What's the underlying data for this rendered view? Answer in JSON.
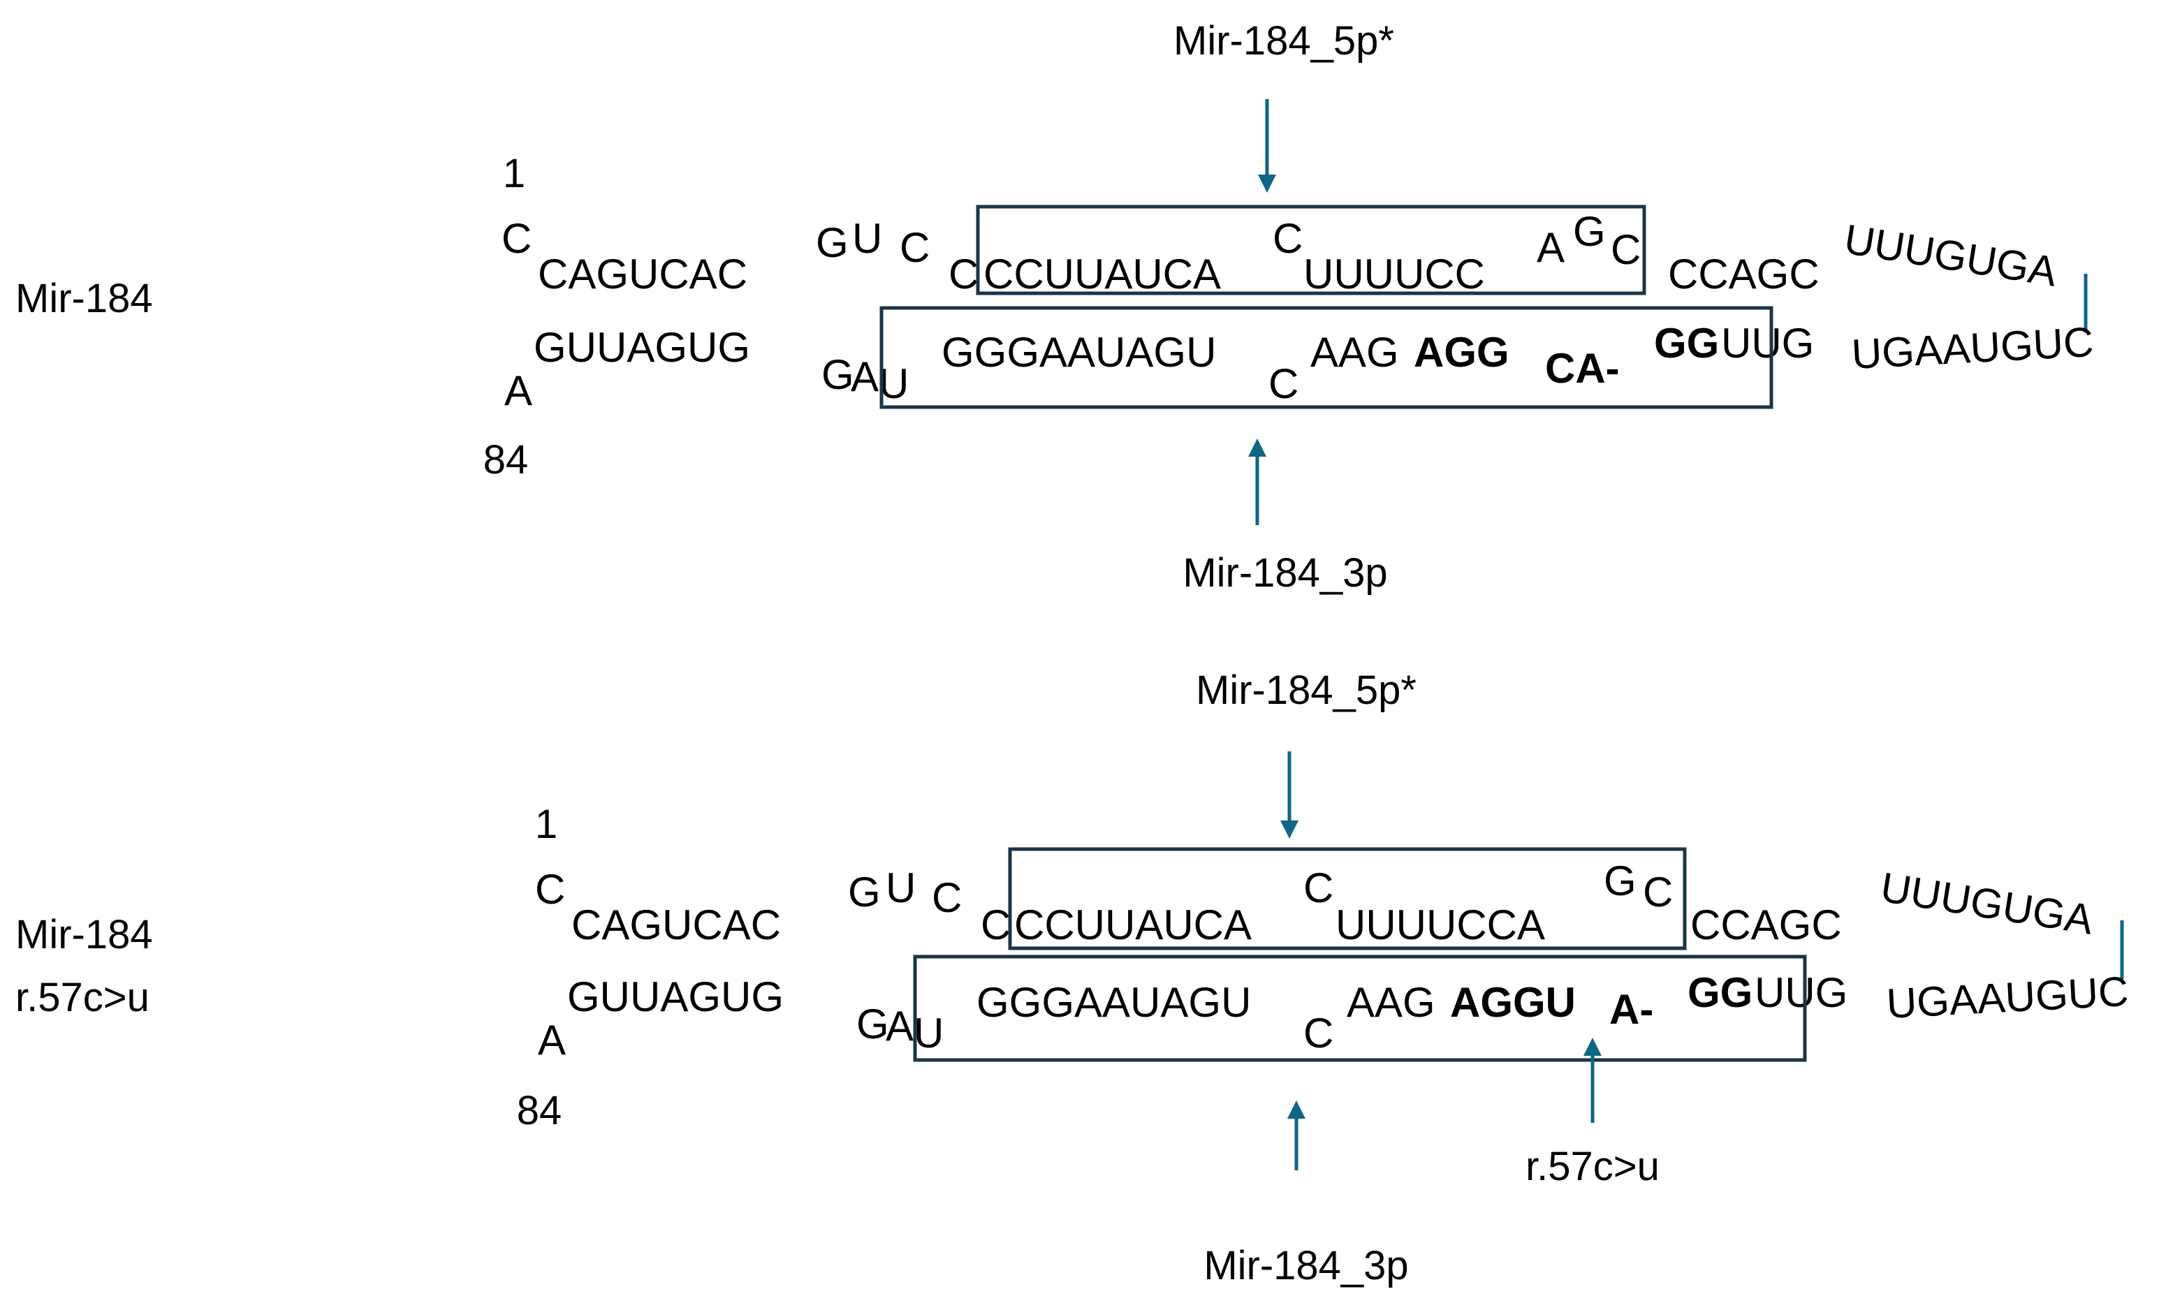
{
  "colors": {
    "arrow": "#0f6685",
    "box": "#1b3547",
    "text": "#000000"
  },
  "panel1": {
    "row_label": "Mir-184",
    "start_num": "1",
    "end_num": "84",
    "mir5p_label": "Mir-184_5p*",
    "mir3p_label": "Mir-184_3p",
    "top": {
      "c1": "C",
      "seg1": "CAGUCAC",
      "g": "G",
      "u": "U",
      "c2": "C",
      "c3": "C",
      "seg2": "CCUUAUCA",
      "c_bulge": "C",
      "seg3": "UUUUCC",
      "a": "A",
      "g2": "G",
      "c4": "C",
      "seg4": "CCAGC",
      "loop": "UUUGUGA"
    },
    "bottom": {
      "a": "A",
      "seg1": "GUUAGUG",
      "g": "G",
      "a2": "A",
      "u": "U",
      "seg2": "GGGAAUAGU",
      "c_bulge": "C",
      "seg3": "AAG",
      "bold1": "AGG",
      "bold2": "CA-",
      "bold3": "GG",
      "seg4": "UUG",
      "loop": "UGAAUGUC"
    }
  },
  "panel2": {
    "row_label_1": "Mir-184",
    "row_label_2": "r.57c>u",
    "start_num": "1",
    "end_num": "84",
    "mir5p_label": "Mir-184_5p*",
    "mir3p_label": "Mir-184_3p",
    "mutation_label": "r.57c>u",
    "top": {
      "c1": "C",
      "seg1": "CAGUCAC",
      "g": "G",
      "u": "U",
      "c2": "C",
      "c3": "C",
      "seg2": "CCUUAUCA",
      "c_bulge": "C",
      "seg3": "UUUUCCA",
      "g2": "G",
      "c4": "C",
      "seg4": "CCAGC",
      "loop": "UUUGUGA"
    },
    "bottom": {
      "a": "A",
      "seg1": "GUUAGUG",
      "g": "G",
      "a2": "A",
      "u": "U",
      "seg2": "GGGAAUAGU",
      "c_bulge": "C",
      "seg3": "AAG",
      "bold1": "AGGU",
      "bold2": "A-",
      "bold3": "GG",
      "seg4": "UUG",
      "loop": "UGAAUGUC"
    }
  }
}
